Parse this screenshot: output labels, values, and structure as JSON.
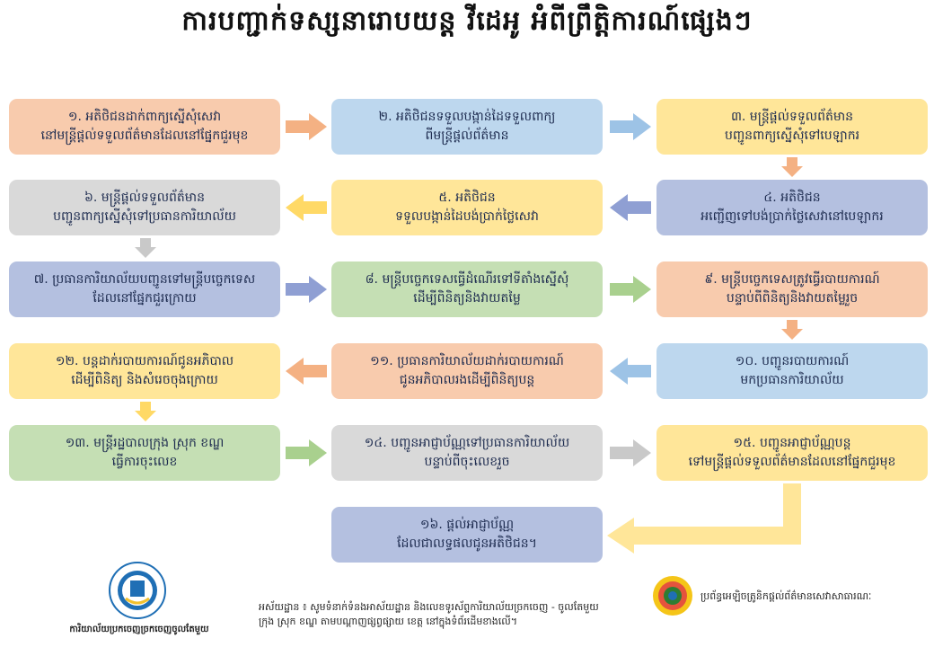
{
  "title": "ការបញ្ជាក់ទស្សនារោបយន្ត វីដេអូ អំពីព្រឹត្តិការណ៍ផ្សេងៗ",
  "steps": [
    {
      "n": "1",
      "line1": "១. អតិថិជនដាក់ពាក្យស្នើសុំសេវា",
      "line2": "នៅមន្រ្តីផ្តល់ទទួលព័ត៌មានដែលនៅផ្នែកជួរមុខ"
    },
    {
      "n": "2",
      "line1": "២. អតិថិជនទទួលបង្កាន់ដៃទទួលពាក្យ",
      "line2": "ពីមន្រ្តីផ្តល់ព័ត៌មាន"
    },
    {
      "n": "3",
      "line1": "៣. មន្រ្តីផ្តល់ទទួលព័ត៌មាន",
      "line2": "បញ្ជូនពាក្យស្នើសុំទៅបេឡាករ"
    },
    {
      "n": "4",
      "line1": "៤. អតិថិជន",
      "line2": "អញ្ជើញទៅបង់ប្រាក់ថ្លៃសេវានៅបេឡាករ"
    },
    {
      "n": "5",
      "line1": "៥. អតិថិជន",
      "line2": "ទទួលបង្កាន់ដៃបង់ប្រាក់ថ្លៃសេវា"
    },
    {
      "n": "6",
      "line1": "៦. មន្រ្តីផ្តល់ទទួលព័ត៌មាន",
      "line2": "បញ្ជូនពាក្យស្នើសុំទៅប្រធានការិយាល័យ"
    },
    {
      "n": "7",
      "line1": "៧. ប្រធានការិយាល័យបញ្ជូនទៅមន្រ្តីបច្ចេកទេស",
      "line2": "ដែលនៅផ្នែកជួរក្រោយ"
    },
    {
      "n": "8",
      "line1": "៨. មន្រ្តីបច្ចេកទេសធ្វើដំណើរទៅទីតាំងស្នើសុំ",
      "line2": "ដើម្បីពិនិត្យនិងវាយតម្លៃ"
    },
    {
      "n": "9",
      "line1": "៩. មន្រ្តីបច្ចេកទេសត្រូវធ្វើរបាយការណ៍",
      "line2": "បន្ទាប់ពីពិនិត្យនិងវាយតម្លៃរួច"
    },
    {
      "n": "10",
      "line1": "១០. បញ្ជូនរបាយការណ៍",
      "line2": "មកប្រធានការិយាល័យ"
    },
    {
      "n": "11",
      "line1": "១១. ប្រធានការិយាល័យដាក់របាយការណ៍",
      "line2": "ជូនអភិបាលរងដើម្បីពិនិត្យបន្ត"
    },
    {
      "n": "12",
      "line1": "១២. បន្តដាក់របាយការណ៍ជូនអភិបាល",
      "line2": "ដើម្បីពិនិត្យ និងសំរេចចុងក្រោយ"
    },
    {
      "n": "13",
      "line1": "១៣. មន្រ្តីរដ្ឋបាលក្រុង ស្រុក ខណ្ឌ",
      "line2": "ធ្វើការចុះលេខ"
    },
    {
      "n": "14",
      "line1": "១៤. បញ្ជូនអាជ្ញាប័ណ្ណទៅប្រធានការិយាល័យ",
      "line2": "បន្ទាប់ពីចុះលេខរួច"
    },
    {
      "n": "15",
      "line1": "១៥. បញ្ជូនអាជ្ញាប័ណ្ណបន្ត",
      "line2": "ទៅមន្រ្តីផ្តល់ទទួលព័ត៌មានដែលនៅផ្នែកជួរមុខ"
    },
    {
      "n": "16",
      "line1": "១៦. ផ្តល់អាជ្ញាប័ណ្ណ",
      "line2": "ដែលជាលទ្ធផលជូនអតិថិជន។"
    }
  ],
  "footer": {
    "left_caption": "ការិយាល័យប្រកចេញច្រកចេញចូលតែមួយ",
    "note_line1": "អស័យដ្ឋាន ៖ សូមទំនាក់ទំនងអាស័យដ្ឋាន និងលេខទូរស័ព្ទការិយាល័យច្រកចេញ - ចូលតែមួយ",
    "note_line2": "ក្រុង ស្រុក ខណ្ឌ តាមបណ្តាញផ្សព្វផ្សាយ ខេត្ត នៅក្នុងទំព័រដើមខាងលើ។",
    "right_caption": "ប្រព័ន្ធអេឡិចត្រូនិកផ្តល់ព័ត៌មានសេវាសាធារណៈ"
  },
  "colors": {
    "peach": "#f8cbad",
    "blue": "#bdd7ee",
    "yellow": "#ffe699",
    "gray": "#d9d9d9",
    "purple": "#b4c0e0",
    "green": "#c5dfb4"
  }
}
